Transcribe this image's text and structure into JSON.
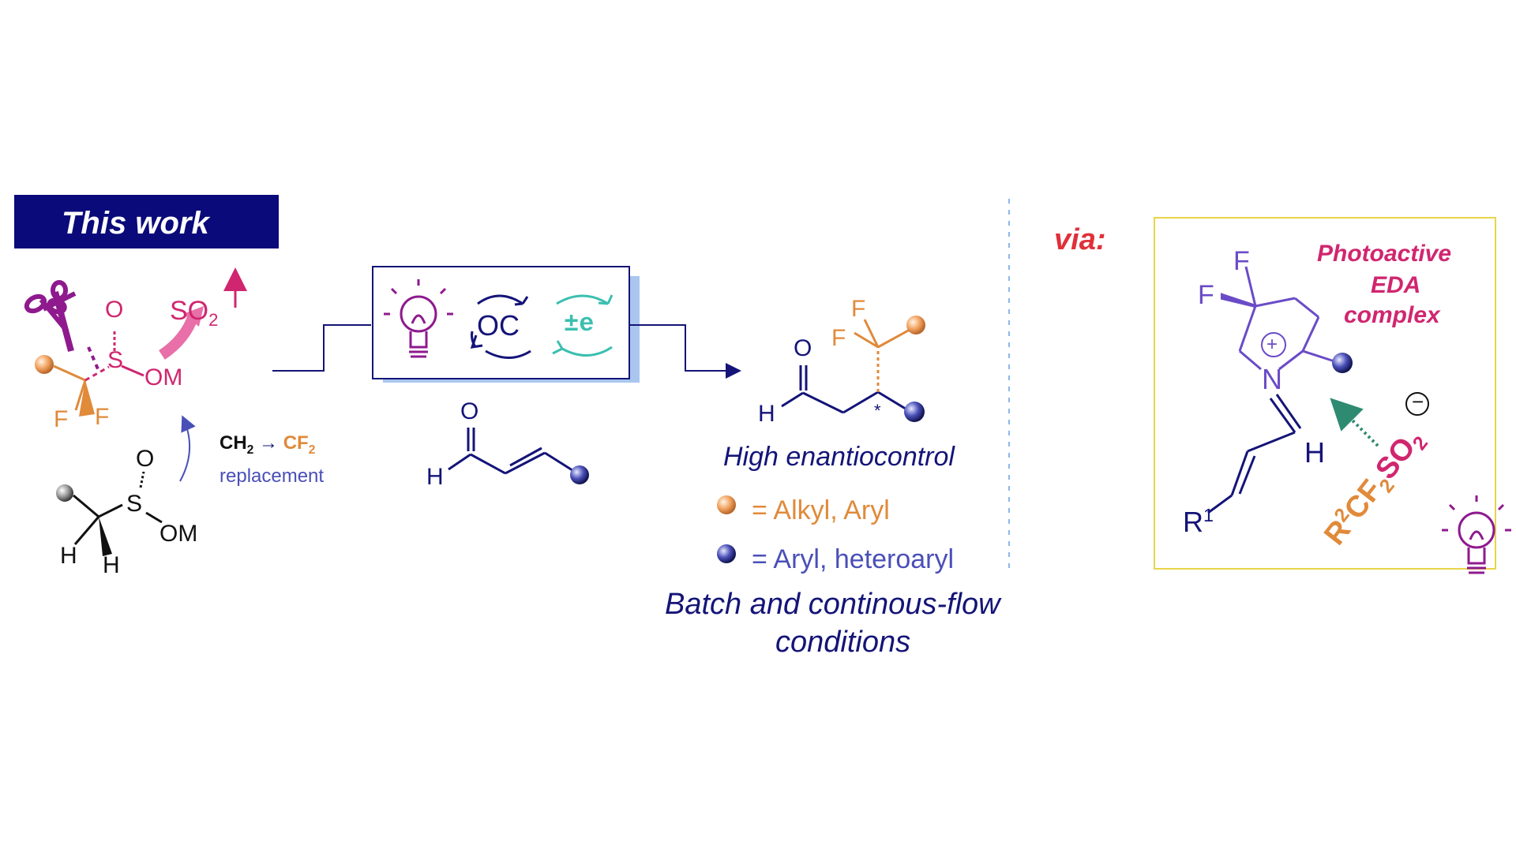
{
  "banner": {
    "text": "This work"
  },
  "left_reagent": {
    "o_top": "O",
    "s_label": "S",
    "om_label": "OM",
    "so2": "SO",
    "so2_sub": "2",
    "f1": "F",
    "f2": "F"
  },
  "bottom_reagent": {
    "o_label": "O",
    "s_label": "S",
    "om_label": "OM",
    "h1": "H",
    "h2": "H"
  },
  "replacement": {
    "ch2": "CH",
    "ch2_sub": "2",
    "arrow": "→",
    "cf2": "CF",
    "cf2_sub": "2",
    "label": "replacement"
  },
  "conditions_box": {
    "oc_label": "OC",
    "pm_e_label": "±e"
  },
  "enal": {
    "o_label": "O",
    "h_label": "H"
  },
  "product": {
    "f1": "F",
    "f2": "F",
    "o_label": "O",
    "h_label": "H",
    "stereo": "*",
    "tagline": "High enantiocontrol",
    "legend_orange": "= Alkyl, Aryl",
    "legend_blue": "= Aryl, heteroaryl",
    "conditions_line1": "Batch and continous-flow",
    "conditions_line2": "conditions"
  },
  "via_panel": {
    "via_label": "via:",
    "title_line1": "Photoactive",
    "title_line2": "EDA",
    "title_line3": "complex",
    "f1": "F",
    "f2": "F",
    "plus": "+",
    "n_label": "N",
    "h_label": "H",
    "r1": "R",
    "r1_sup": "1",
    "r2_reagent": "R",
    "r2_sup": "2",
    "r2_cf": "CF",
    "r2_cf_sub": "2",
    "r2_so": "SO",
    "r2_so_sub": "2",
    "minus": "−"
  },
  "colors": {
    "navy": "#141478",
    "orange": "#e08a3a",
    "pink": "#d0266f",
    "violet": "#6a4bc7",
    "purple": "#8e1a8e",
    "teal": "#3bbfb0",
    "via_red": "#e0303a",
    "frame_yellow": "#e8d44a"
  }
}
